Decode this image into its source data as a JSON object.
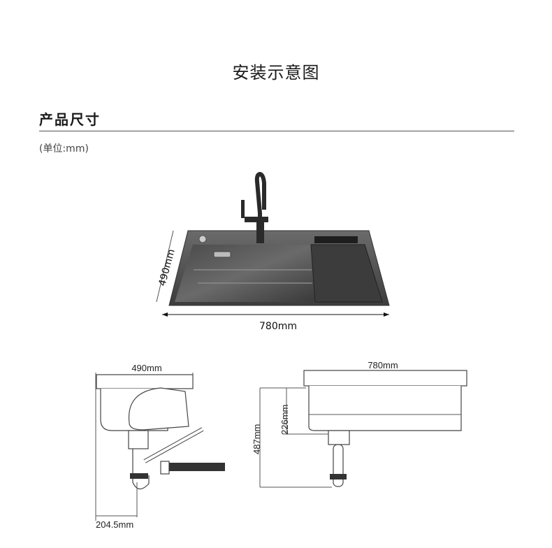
{
  "header": {
    "title": "安装示意图"
  },
  "section": {
    "title": "产品尺寸",
    "unit_note": "(单位:mm)"
  },
  "top_view": {
    "depth_label": "490mm",
    "width_label": "780mm"
  },
  "side_view": {
    "depth_label": "490mm",
    "drain_offset_label": "204.5mm"
  },
  "front_view": {
    "width_label": "780mm",
    "bowl_depth_label": "226mm",
    "total_height_label": "487mm"
  }
}
